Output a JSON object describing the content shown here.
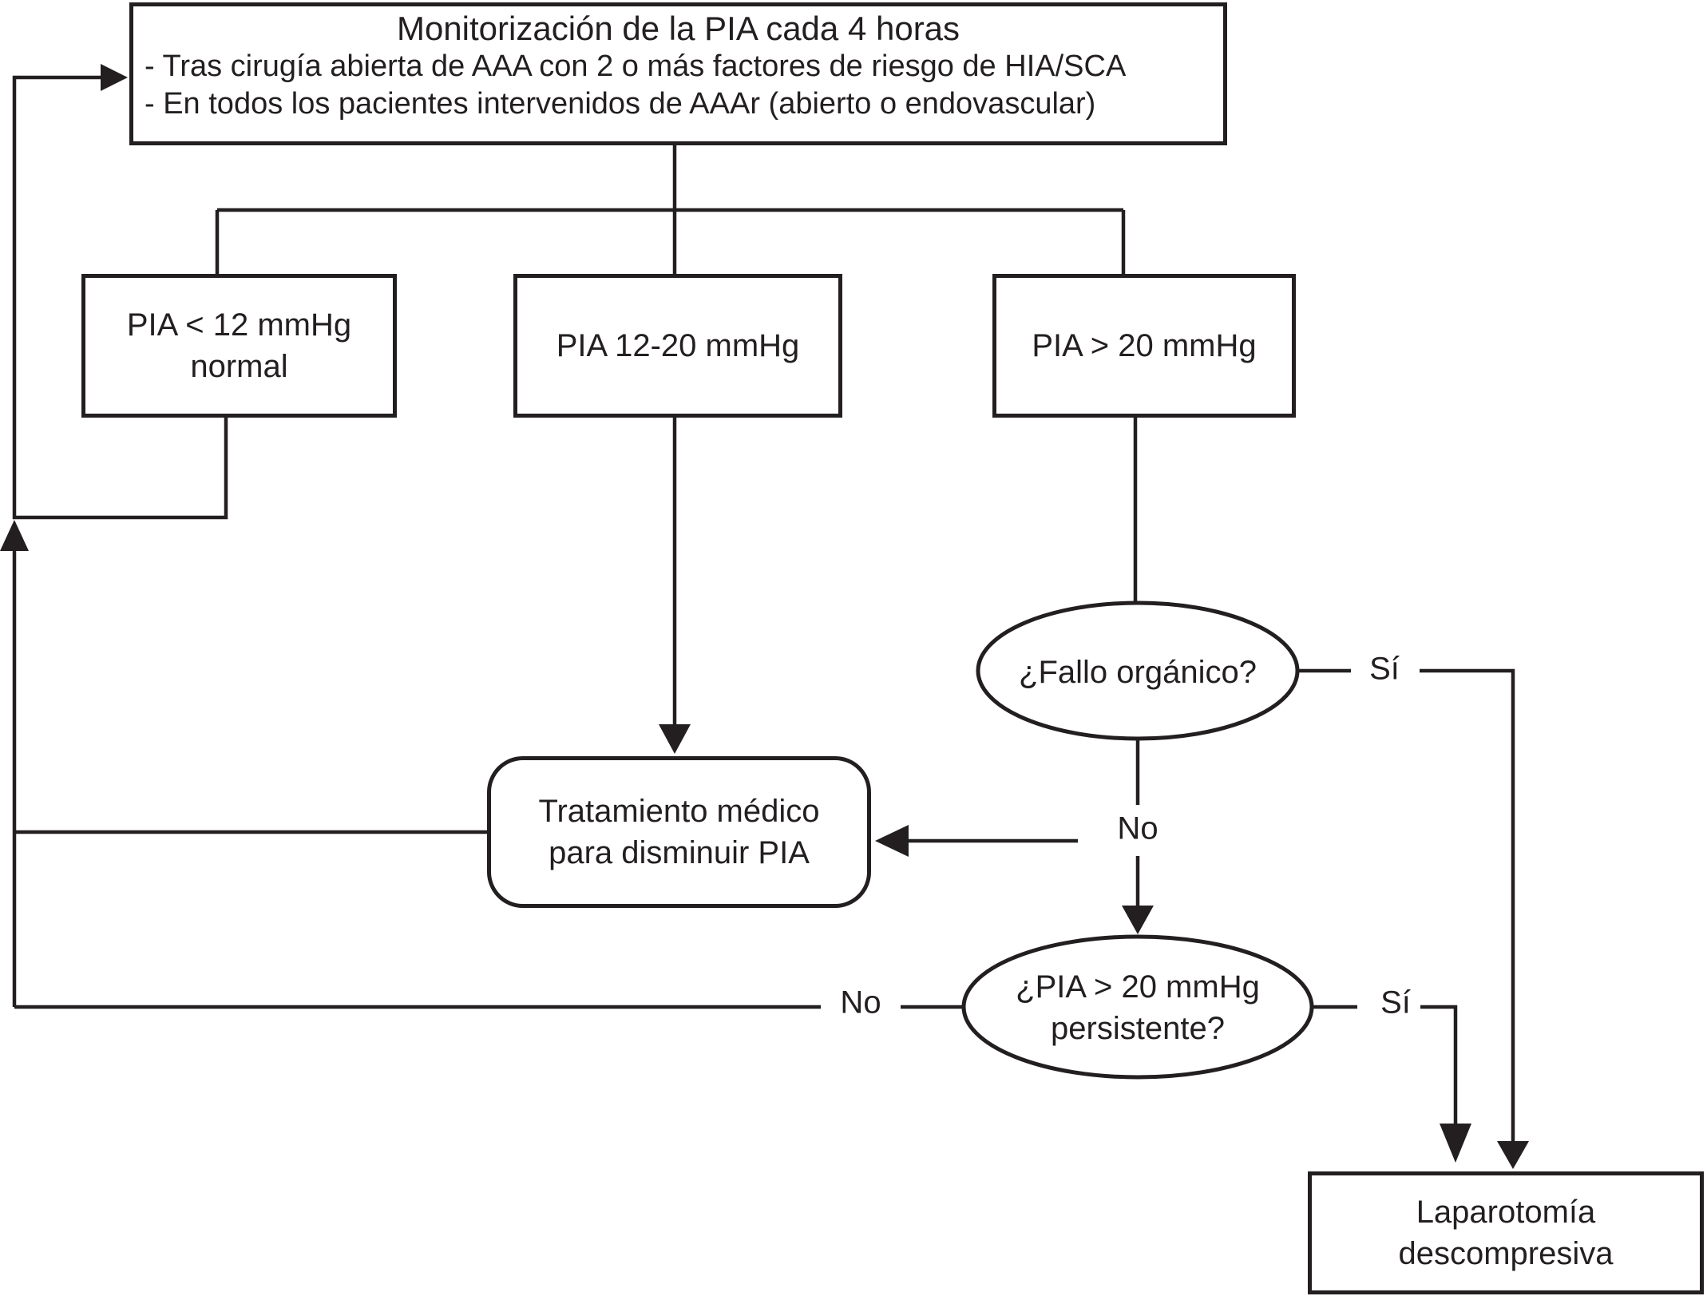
{
  "figure": {
    "background": "#ffffff",
    "line_color": "#231f20",
    "monitor_box": {
      "title": "Monitorización de la PIA cada 4 horas",
      "bullets": [
        "- Tras cirugía abierta de AAA con 2 o más factores de riesgo de HIA/SCA",
        "- En todos los pacientes intervenidos de AAAr (abierto o endovascular)"
      ]
    },
    "nodes": {
      "pia_normal": "PIA < 12 mmHg\nnormal",
      "pia_12_20": "PIA 12-20 mmHg",
      "pia_gt_20": "PIA > 20 mmHg",
      "organ_failure": "¿Fallo orgánico?",
      "treatment": "Tratamiento médico\npara disminuir PIA",
      "persistent": "¿PIA > 20 mmHg\npersistente?",
      "laparotomy": "Laparotomía\ndescompresiva"
    },
    "edge_labels": {
      "yes_organ_failure": "Sí",
      "no_organ_failure": "No",
      "yes_persistent": "Sí",
      "no_persistent": "No"
    }
  }
}
